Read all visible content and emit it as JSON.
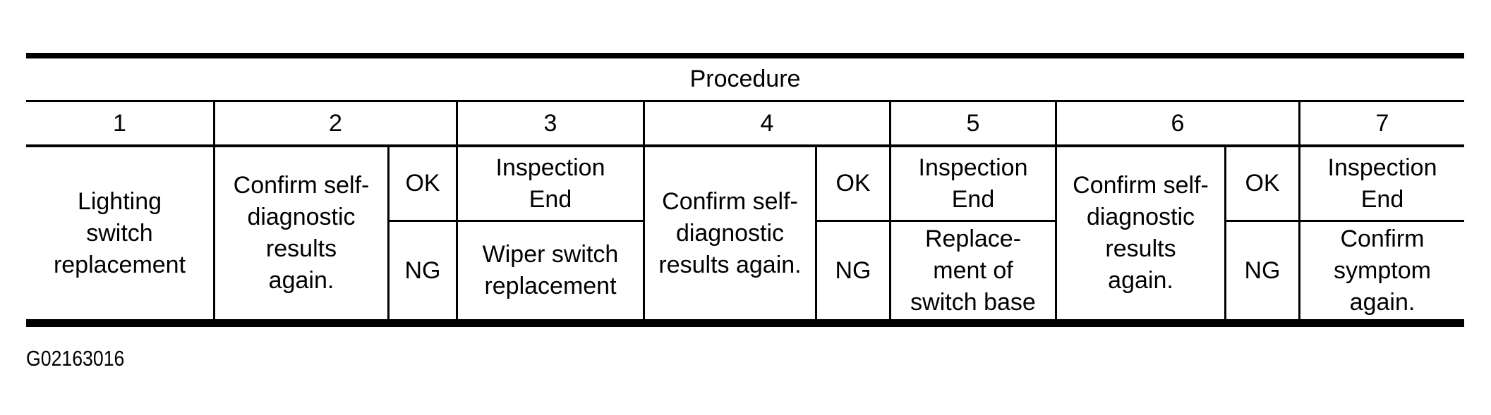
{
  "table": {
    "title": "Procedure",
    "steps": [
      {
        "num": "1",
        "task": "Lighting\nswitch\nreplacement"
      },
      {
        "num": "2",
        "action": "Confirm self-\ndiagnostic\nresults\nagain.",
        "ok_label": "OK",
        "ng_label": "NG"
      },
      {
        "num": "3",
        "ok_result": "Inspection\nEnd",
        "ng_result": "Wiper switch\nreplacement"
      },
      {
        "num": "4",
        "action": "Confirm self-\ndiagnostic\nresults again.",
        "ok_label": "OK",
        "ng_label": "NG"
      },
      {
        "num": "5",
        "ok_result": "Inspection\nEnd",
        "ng_result": "Replace-\nment of\nswitch base"
      },
      {
        "num": "6",
        "action": "Confirm self-\ndiagnostic\nresults\nagain.",
        "ok_label": "OK",
        "ng_label": "NG"
      },
      {
        "num": "7",
        "ok_result": "Inspection\nEnd",
        "ng_result": "Confirm\nsymptom\nagain."
      }
    ]
  },
  "figure": {
    "id": "G02163016"
  }
}
